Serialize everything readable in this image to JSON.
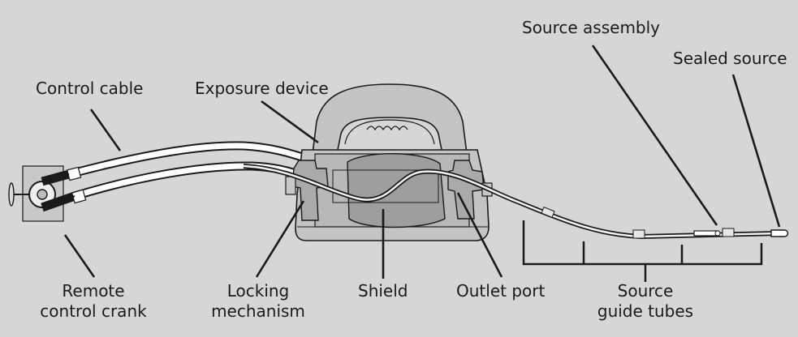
{
  "labels": {
    "control_cable": "Control cable",
    "exposure_device": "Exposure device",
    "source_assembly": "Source assembly",
    "sealed_source": "Sealed source",
    "remote_crank_line1": "Remote",
    "remote_crank_line2": "control crank",
    "locking_line1": "Locking",
    "locking_line2": "mechanism",
    "shield": "Shield",
    "outlet_port": "Outlet port",
    "guide_tubes_line1": "Source",
    "guide_tubes_line2": "guide tubes"
  },
  "colors": {
    "background": "#d6d6d6",
    "outline": "#1a1a1a",
    "device_fill": "#c4c4c4",
    "shield_fill": "#9e9e9e",
    "cable_fill": "#ffffff"
  }
}
